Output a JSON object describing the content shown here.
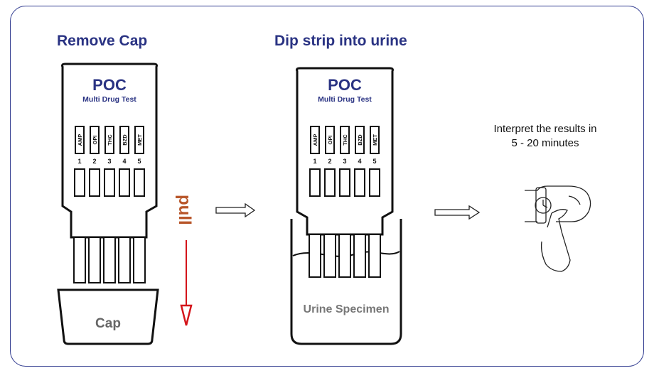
{
  "steps": {
    "remove_cap": "Remove Cap",
    "dip_strip": "Dip strip into urine",
    "interpret": [
      "Interpret the results in",
      "5 - 20 minutes"
    ]
  },
  "device": {
    "brand": "POC",
    "product": "Multi Drug Test",
    "panels": [
      "AMP",
      "OPI",
      "THC",
      "BZD",
      "MET"
    ],
    "numbers": [
      "1",
      "2",
      "3",
      "4",
      "5"
    ]
  },
  "labels": {
    "pull": "pull",
    "cap": "Cap",
    "urine": "Urine Specimen"
  },
  "colors": {
    "frame": "#2f3a8f",
    "brand": "#2a3383",
    "pull": "#b8562a",
    "arrow": "#d4141a"
  }
}
